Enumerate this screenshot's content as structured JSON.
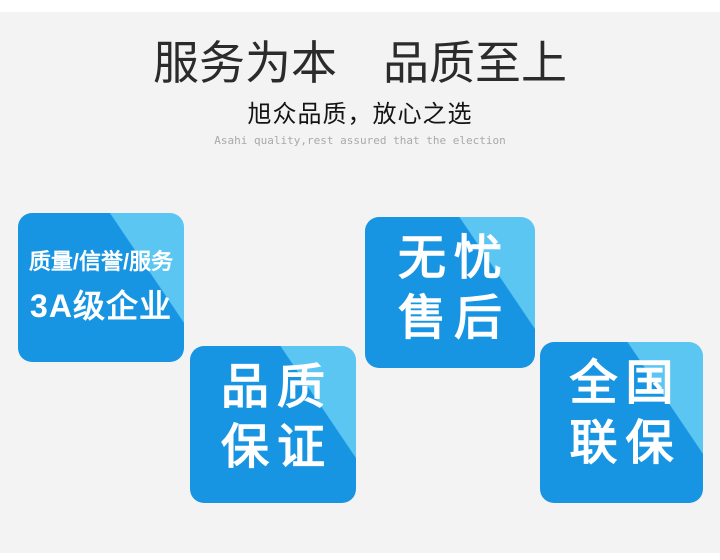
{
  "header": {
    "title": "服务为本　品质至上",
    "subtitle_cn": "旭众品质，放心之选",
    "subtitle_en": "Asahi quality,rest assured that the election"
  },
  "badges": [
    {
      "name": "3a-enterprise",
      "line1": "质量/信誉/服务",
      "line2": "3A级企业"
    },
    {
      "name": "quality-guarantee",
      "line1": "品质",
      "line2": "保证"
    },
    {
      "name": "worry-free-aftersale",
      "line1": "无忧",
      "line2": "售后"
    },
    {
      "name": "nationwide-warranty",
      "line1": "全国",
      "line2": "联保"
    }
  ],
  "colors": {
    "badge_dark_blue": "#1794e2",
    "badge_light_blue": "#5cc6f2",
    "panel_gray": "#f3f3f3",
    "title_text": "#2b2b2b",
    "subtitle_en_gray": "#a9a9a9",
    "badge_text": "#ffffff"
  }
}
